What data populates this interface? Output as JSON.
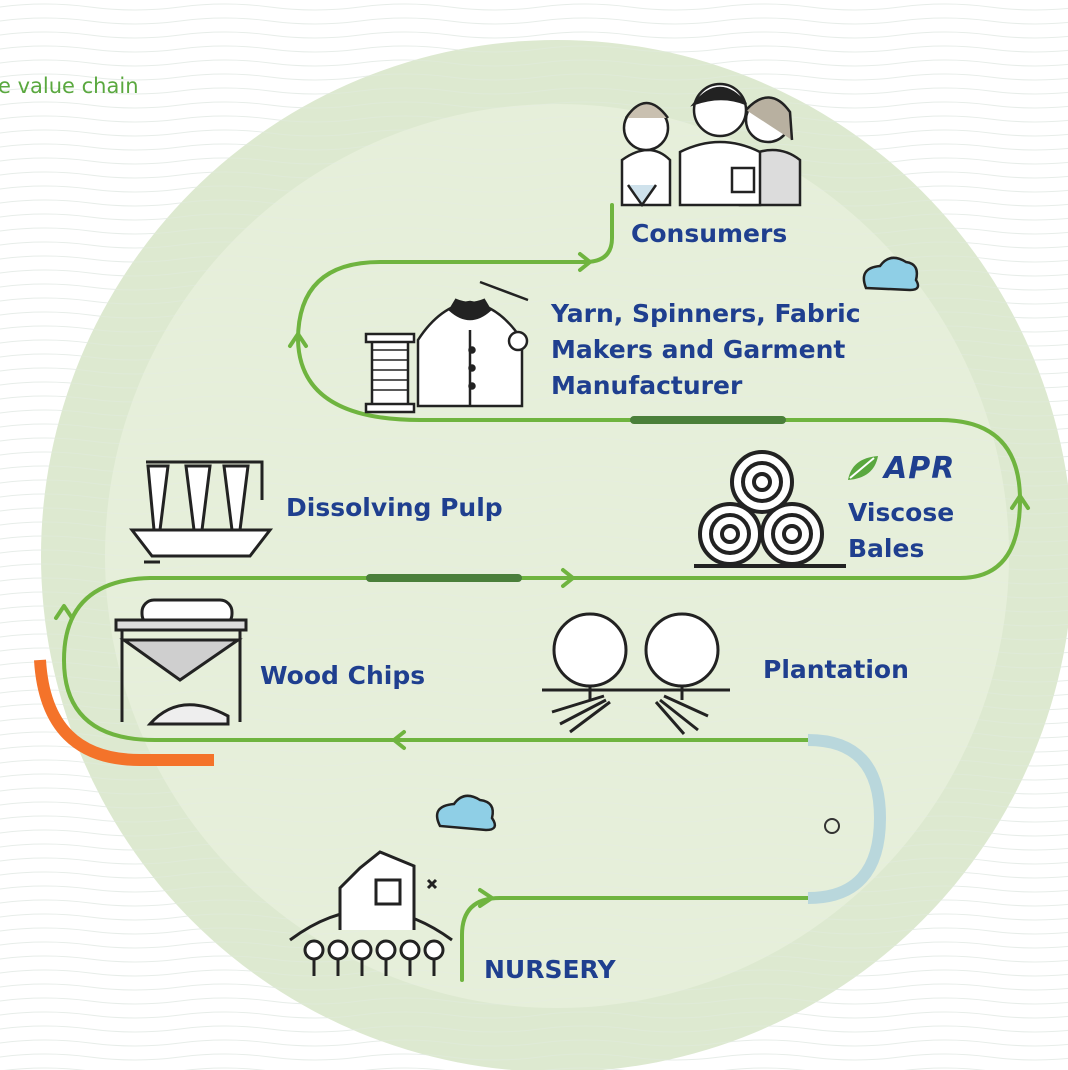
{
  "header": {
    "text": "e value chain"
  },
  "colors": {
    "outer_circle": "#dfead2",
    "inner_circle": "#e8f0dc",
    "path": "#6fb43f",
    "path_dark": "#4a7f3a",
    "label": "#1f3f8f",
    "accent_orange": "#f4732a",
    "accent_blue": "#b9d7dc",
    "cloud": "#8fcfe6"
  },
  "stages": {
    "consumers": "Consumers",
    "garment": [
      "Yarn, Spinners, Fabric",
      "Makers and Garment",
      "Manufacturer"
    ],
    "viscose": [
      "Viscose",
      "Bales"
    ],
    "apr_logo": "APR",
    "pulp": "Dissolving Pulp",
    "plantation": "Plantation",
    "wood_chips": "Wood Chips",
    "nursery": "NURSERY"
  },
  "icons": [
    "consumers-icon",
    "garment-icon",
    "viscose-bales-icon",
    "pulp-mill-icon",
    "wood-chipper-icon",
    "plantation-trees-icon",
    "nursery-farm-icon",
    "cloud-icon"
  ]
}
